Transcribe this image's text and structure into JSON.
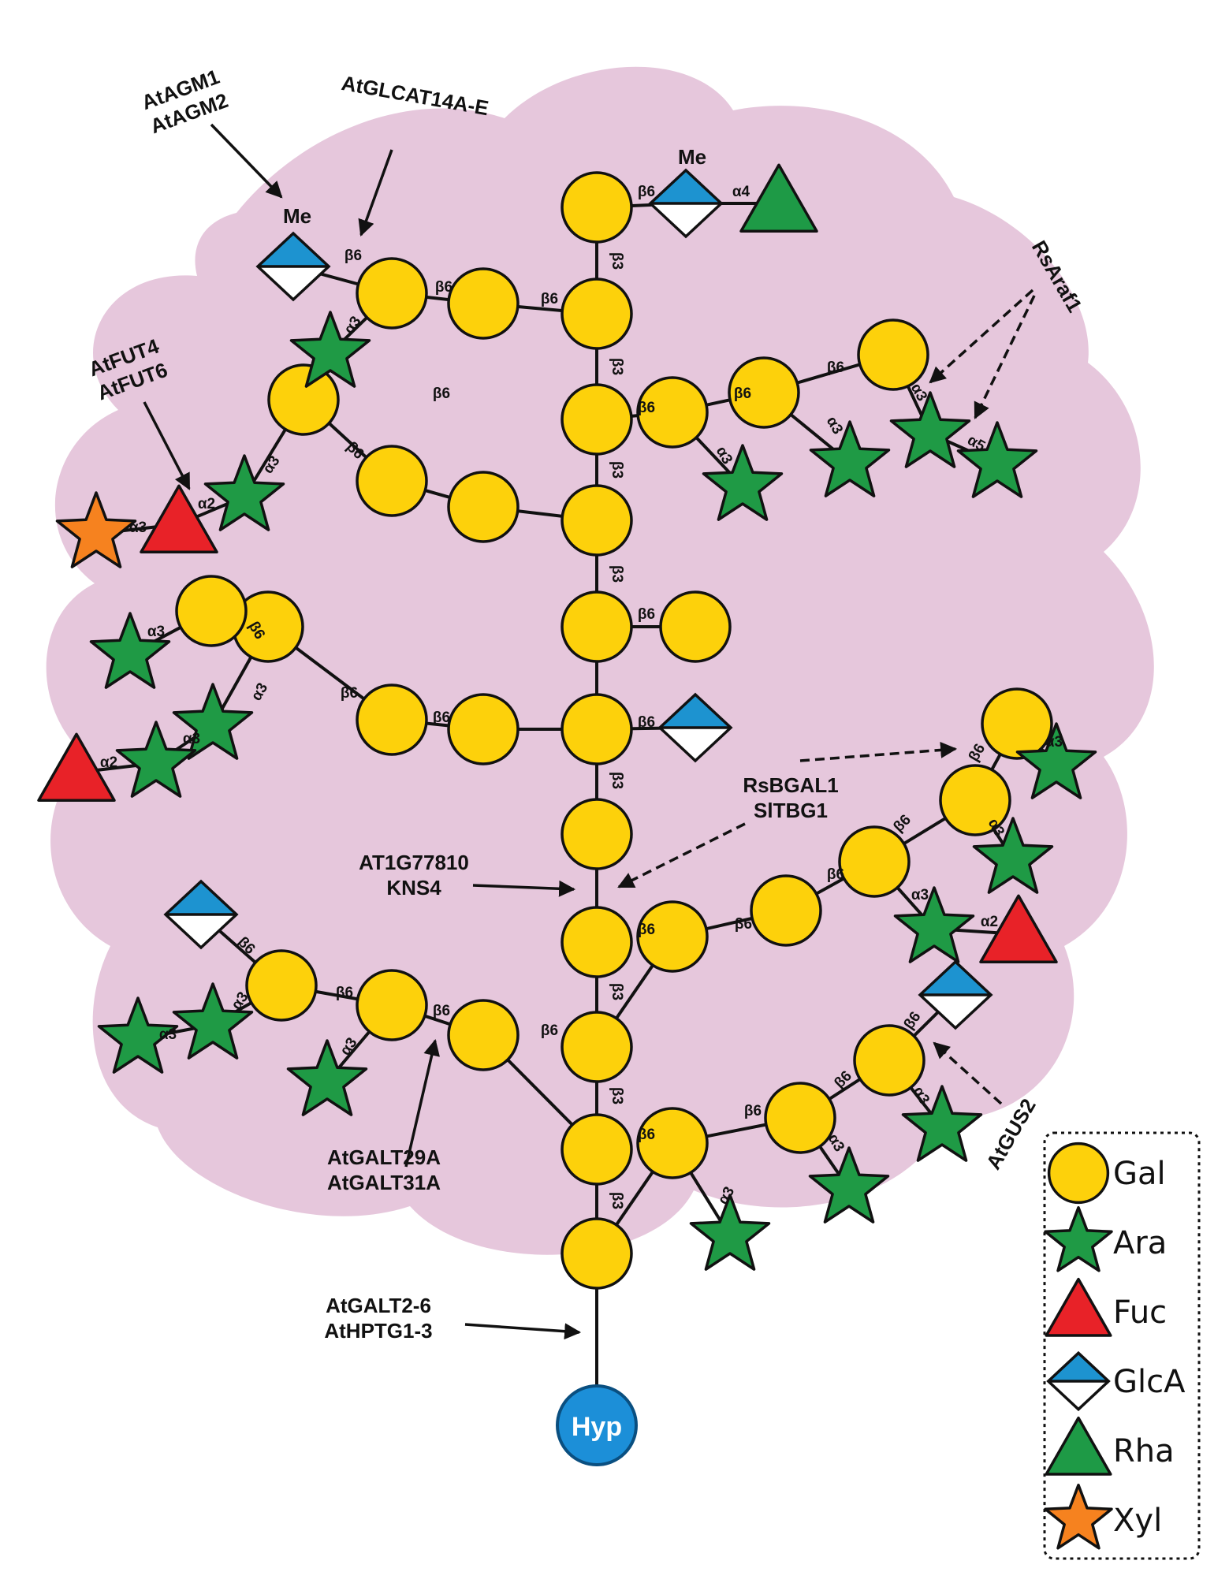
{
  "colors": {
    "background": "#e6c7dc",
    "gal": "#fdd10b",
    "ara": "#1f9a45",
    "fuc": "#e82228",
    "glca": "#1d93d0",
    "rha": "#1e9a46",
    "xyl": "#f6821f",
    "hyp": "#1c8fd8",
    "stroke": "#111111"
  },
  "root_label": "Hyp",
  "methyl_label": "Me",
  "legend": [
    {
      "key": "gal",
      "shape": "circle",
      "label": "Gal"
    },
    {
      "key": "ara",
      "shape": "star",
      "label": "Ara"
    },
    {
      "key": "fuc",
      "shape": "triangle",
      "label": "Fuc"
    },
    {
      "key": "glca",
      "shape": "diamond",
      "label": "GlcA"
    },
    {
      "key": "rha",
      "shape": "triangle",
      "label": "Rha"
    },
    {
      "key": "xyl",
      "shape": "star",
      "label": "Xyl"
    }
  ],
  "enzymes": {
    "agm": [
      "AtAGM1",
      "AtAGM2"
    ],
    "glcat": [
      "AtGLCAT14A-E"
    ],
    "fut": [
      "AtFUT4",
      "AtFUT6"
    ],
    "araf": [
      "RsAraf1"
    ],
    "bgal": [
      "RsBGAL1",
      "SlTBG1"
    ],
    "kns": [
      "AT1G77810",
      "KNS4"
    ],
    "galt29": [
      "AtGALT29A",
      "AtGALT31A"
    ],
    "gus": [
      "AtGUS2"
    ],
    "galt2": [
      "AtGALT2-6",
      "AtHPTG1-3"
    ]
  },
  "linkages": {
    "a2": "α2",
    "a3": "α3",
    "a4": "α4",
    "a5": "α5",
    "b3": "β3",
    "b6": "β6"
  }
}
